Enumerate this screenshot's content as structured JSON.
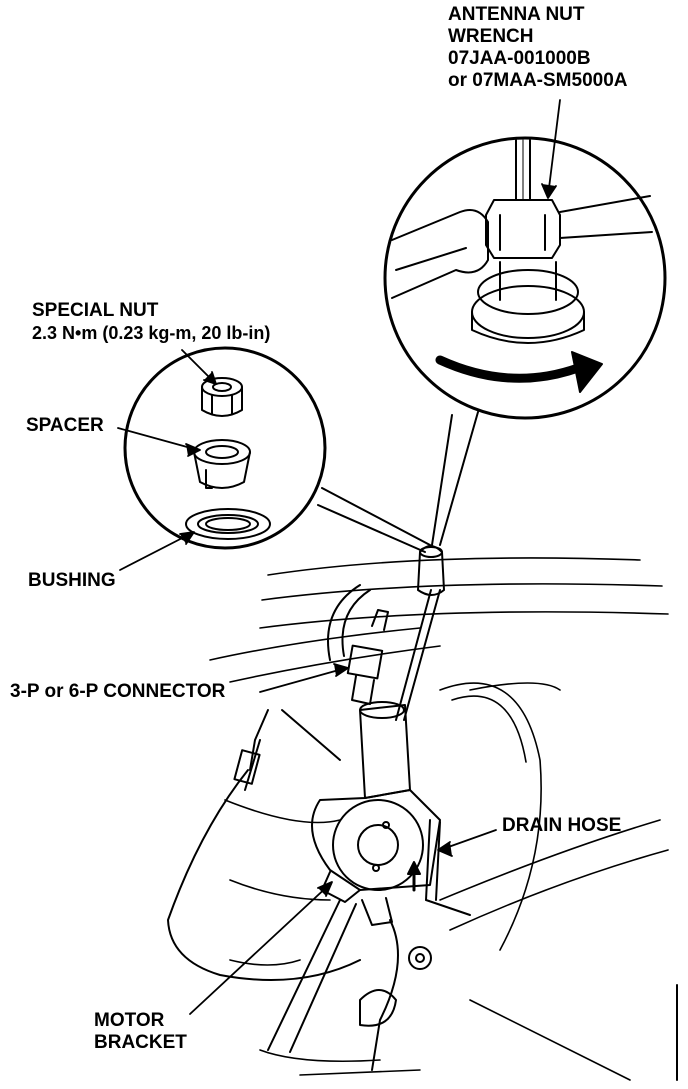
{
  "labels": {
    "antenna_nut_wrench": {
      "line1": "ANTENNA NUT",
      "line2": "WRENCH",
      "line3": "07JAA-001000B",
      "line4": "or 07MAA-SM5000A"
    },
    "special_nut": {
      "line1": "SPECIAL NUT",
      "line2": "2.3 N•m (0.23 kg-m, 20 lb-in)"
    },
    "spacer": "SPACER",
    "bushing": "BUSHING",
    "connector": "3-P or 6-P CONNECTOR",
    "drain_hose": "DRAIN HOSE",
    "motor_bracket": {
      "line1": "MOTOR",
      "line2": "BRACKET"
    }
  }
}
